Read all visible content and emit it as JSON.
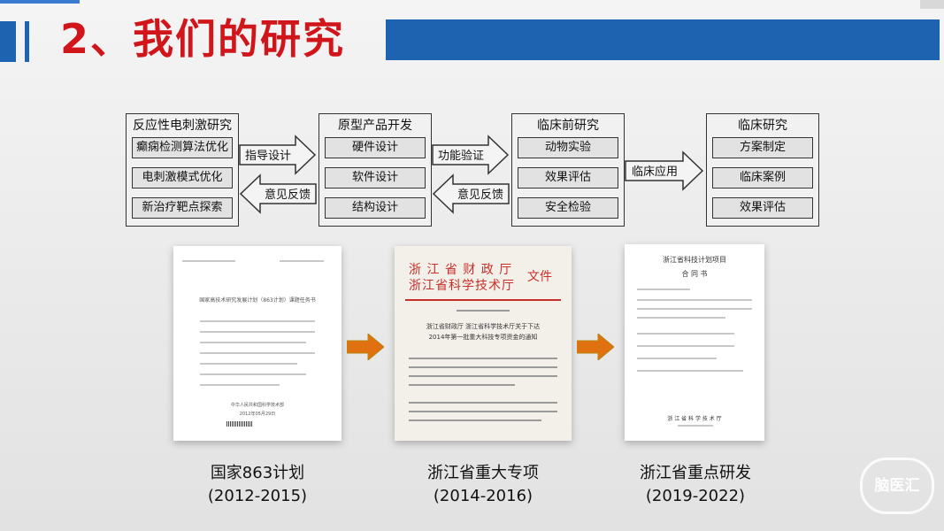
{
  "header": {
    "title": "2、我们的研究"
  },
  "flow": {
    "groups": [
      {
        "title": "反应性电刺激研究",
        "items": [
          "癫痫检测算法优化",
          "电刺激模式优化",
          "新治疗靶点探索"
        ]
      },
      {
        "title": "原型产品开发",
        "items": [
          "硬件设计",
          "软件设计",
          "结构设计"
        ]
      },
      {
        "title": "临床前研究",
        "items": [
          "动物实验",
          "效果评估",
          "安全检验"
        ]
      },
      {
        "title": "临床研究",
        "items": [
          "方案制定",
          "临床案例",
          "效果评估"
        ]
      }
    ],
    "arrows": {
      "a1_forward": "指导设计",
      "a1_back": "意见反馈",
      "a2_forward": "功能验证",
      "a2_back": "意见反馈",
      "a3_forward": "临床应用"
    }
  },
  "documents": [
    {
      "header_line": "国家高技术研究发展计划（863计划）课题任务书",
      "bottom_line": "中华人民共和国科学技术部",
      "date_line": "2012年05月29日",
      "caption": "国家863计划",
      "years": "(2012-2015)"
    },
    {
      "letterhead_1": "浙 江 省 财 政 厅",
      "letterhead_2": "浙江省科学技术厅",
      "letterhead_suffix": "文件",
      "subject_1": "浙江省财政厅 浙江省科学技术厅关于下达",
      "subject_2": "2014年第一批重大科技专项资金的通知",
      "caption": "浙江省重大专项",
      "years": "(2014-2016)"
    },
    {
      "title_line": "浙江省科技计划项目",
      "subtitle": "合 同 书",
      "bottom_line": "浙 江 省 科 学 技 术 厅",
      "caption": "浙江省重点研发",
      "years": "(2019-2022)"
    }
  ],
  "logo": {
    "text": "脑医汇"
  },
  "colors": {
    "accent_blue": "#1e63b0",
    "title_red": "#d0161b",
    "doc_arrow": "#e07010"
  }
}
